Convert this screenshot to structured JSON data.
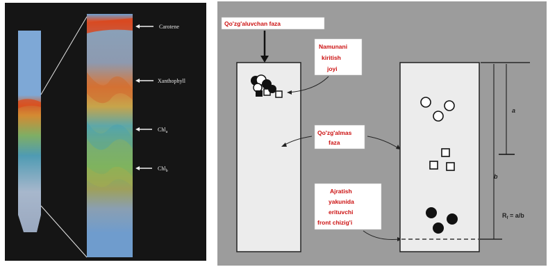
{
  "left_figure": {
    "labels": {
      "carotene": "Carotene",
      "xanthophyll": "Xanthophyll",
      "chl_a": "Chl",
      "chl_a_sub": "a",
      "chl_b": "Chl",
      "chl_b_sub": "b"
    },
    "colors": {
      "background": "#151515",
      "column_blue": "#6f9ccd",
      "band_orange": "#d86c2a",
      "band_green": "#8cae50"
    }
  },
  "right_figure": {
    "mobile_phase": "Qo'zg'aluvchan faza",
    "sample_spot": [
      "Namunani",
      "kiritish",
      "joyi"
    ],
    "stationary_phase": [
      "Qo'zg'almas",
      "faza"
    ],
    "solvent_front": [
      "Ajratish",
      "yakunida",
      "erituvchi",
      "front  chizig'i"
    ],
    "label_a": "a",
    "label_b": "b",
    "rf_main": "R",
    "rf_sub": "f",
    "rf_rest": " = a/b",
    "colors": {
      "background": "#9c9c9c",
      "plate": "#ececec",
      "label_text": "#cc1111"
    }
  }
}
